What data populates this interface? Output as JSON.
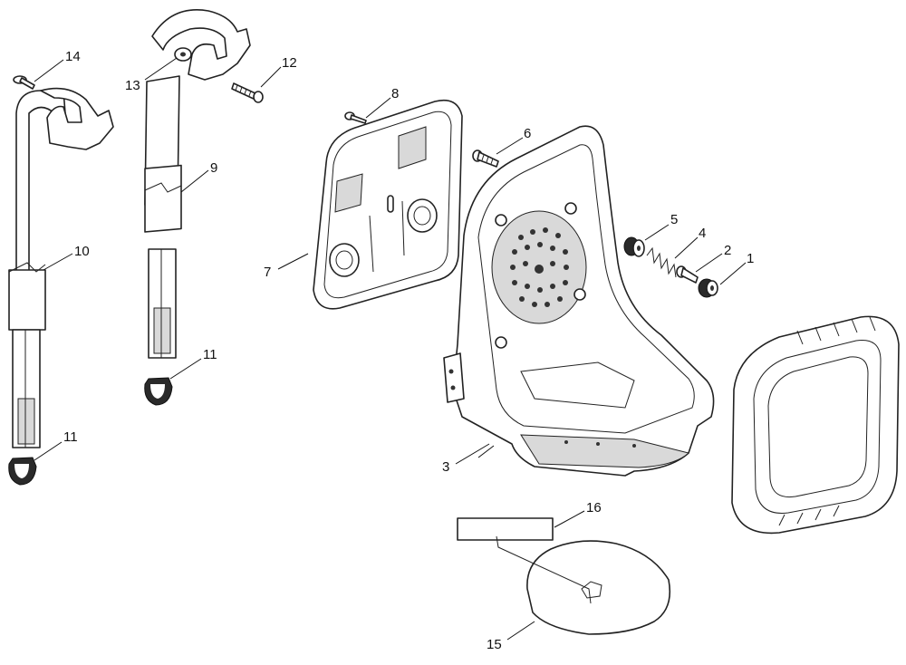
{
  "diagram": {
    "labels": [
      {
        "id": "1",
        "text": "1"
      },
      {
        "id": "2",
        "text": "2"
      },
      {
        "id": "3",
        "text": "3"
      },
      {
        "id": "4",
        "text": "4"
      },
      {
        "id": "5",
        "text": "5"
      },
      {
        "id": "6",
        "text": "6"
      },
      {
        "id": "7",
        "text": "7"
      },
      {
        "id": "8",
        "text": "8"
      },
      {
        "id": "9",
        "text": "9"
      },
      {
        "id": "10",
        "text": "10"
      },
      {
        "id": "11a",
        "text": "11"
      },
      {
        "id": "11b",
        "text": "11"
      },
      {
        "id": "12",
        "text": "12"
      },
      {
        "id": "13",
        "text": "13"
      },
      {
        "id": "14",
        "text": "14"
      },
      {
        "id": "15",
        "text": "15"
      },
      {
        "id": "16",
        "text": "16"
      }
    ]
  }
}
